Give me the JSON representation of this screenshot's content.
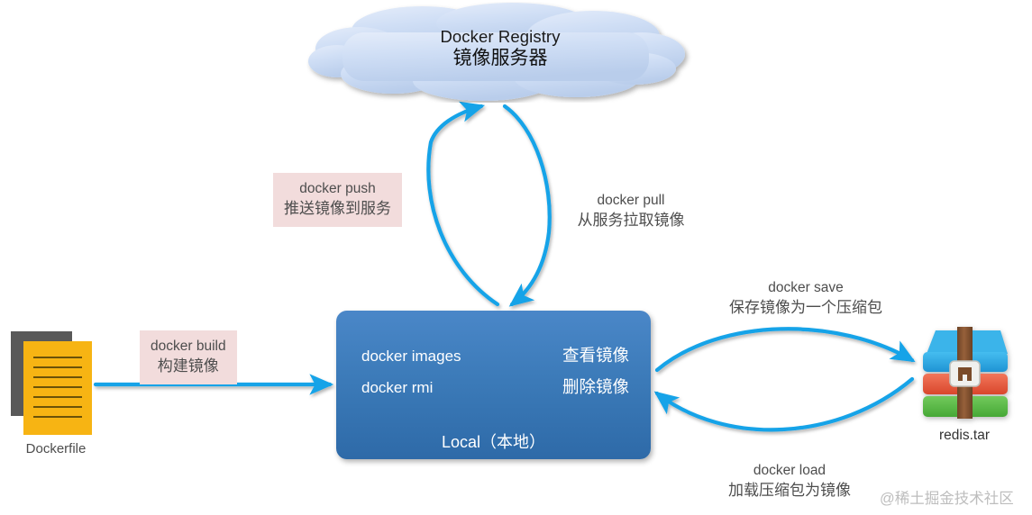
{
  "diagram": {
    "title": "Docker image workflow diagram",
    "colors": {
      "arrow": "#12a3e8",
      "box_blue_top": "#4a87c8",
      "box_blue_bottom": "#2e6aa8",
      "cloud_fill": "#c6d8f2",
      "label_pink": "#f2dcdc",
      "dockerfile_yellow": "#f7b413",
      "dockerfile_gray": "#595959",
      "rar_blue": "#29a8e0",
      "rar_red": "#e8563c",
      "rar_green": "#55b947",
      "rar_strap": "#8a5a33"
    }
  },
  "registry": {
    "name_en": "Docker Registry",
    "name_cn": "镜像服务器"
  },
  "local": {
    "rows": [
      {
        "command": "docker images",
        "description": "查看镜像"
      },
      {
        "command": "docker rmi",
        "description": "删除镜像"
      }
    ],
    "footer": "Local（本地）"
  },
  "actions": {
    "push": {
      "command": "docker push",
      "description": "推送镜像到服务"
    },
    "pull": {
      "command": "docker pull",
      "description": "从服务拉取镜像"
    },
    "build": {
      "command": "docker build",
      "description": "构建镜像"
    },
    "save": {
      "command": "docker save",
      "description": "保存镜像为一个压缩包"
    },
    "load": {
      "command": "docker load",
      "description": "加载压缩包为镜像"
    }
  },
  "nodes": {
    "dockerfile": {
      "caption": "Dockerfile"
    },
    "archive": {
      "caption": "redis.tar"
    }
  },
  "watermark": "@稀土掘金技术社区"
}
